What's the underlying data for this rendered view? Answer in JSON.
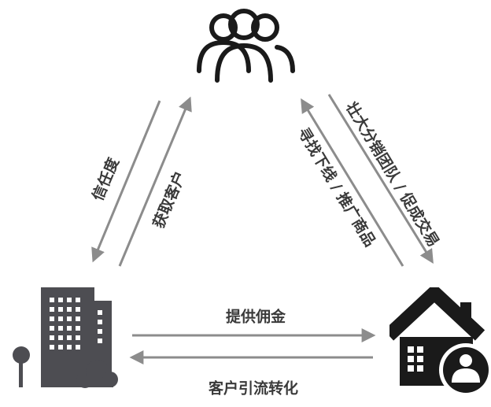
{
  "nodes": {
    "people": {
      "icon": "people-group-icon"
    },
    "company": {
      "icon": "office-buildings-icon"
    },
    "house": {
      "icon": "house-person-icon"
    }
  },
  "edges": {
    "left_up": "获取客户",
    "left_down": "信任度",
    "right_up": "寻找下线 / 推广商品",
    "right_down": "壮大分销团队 / 促成交易",
    "bottom_right": "提供佣金",
    "bottom_left": "客户引流转化"
  },
  "colors": {
    "arrow": "#8c8c8c",
    "text": "#3a3a3a",
    "icon_dark": "#1a1a1a",
    "building": "#4d4d52"
  }
}
